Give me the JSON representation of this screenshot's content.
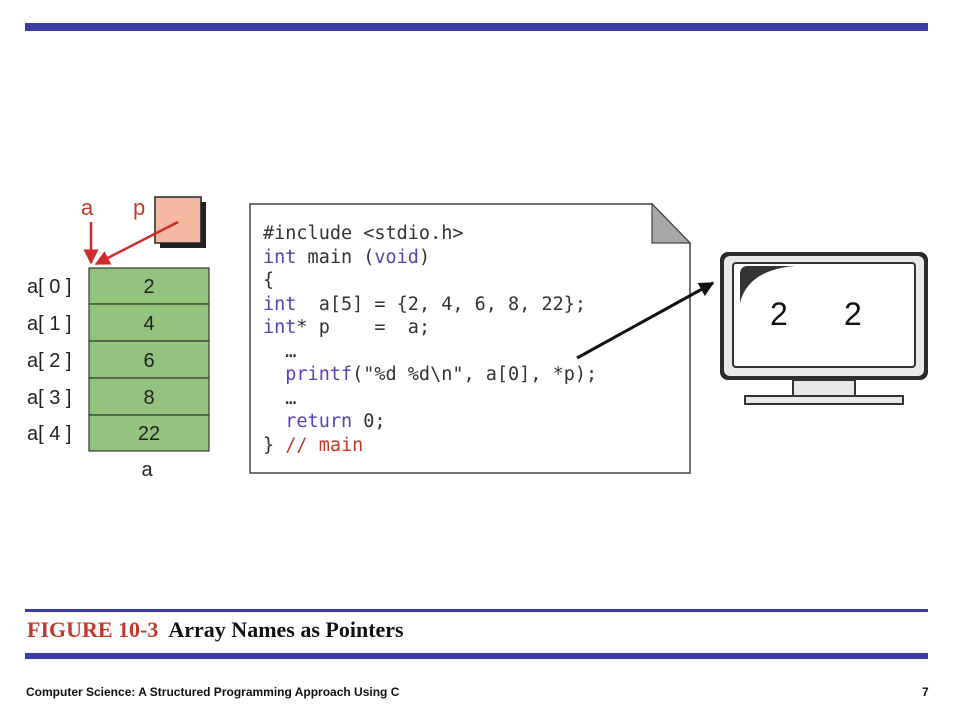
{
  "array": {
    "indices": [
      "a[ 0 ]",
      "a[ 1 ]",
      "a[ 2 ]",
      "a[ 3 ]",
      "a[ 4 ]"
    ],
    "values": [
      "2",
      "4",
      "6",
      "8",
      "22"
    ],
    "name": "a"
  },
  "pointers": {
    "array_name": "a",
    "pointer_name": "p"
  },
  "code": {
    "line1": "#include <stdio.h>",
    "line2_kw1": "int",
    "line2_rest1": " main (",
    "line2_kw2": "void",
    "line2_rest2": ")",
    "line3": "{",
    "line4_kw": "int",
    "line4_rest": "  a[5] = {2, 4, 6, 8, 22};",
    "line5_kw": "int",
    "line5_rest": "* p    =  a;",
    "line6": "  …",
    "line7_kw": "printf",
    "line7_rest": "(\"%d %d\\n\", a[0], *p);",
    "line8": "  …",
    "line9_kw": "return",
    "line9_rest": " 0;",
    "line10_a": "} ",
    "line10_comment": "// main"
  },
  "monitor": {
    "output1": "2",
    "output2": "2"
  },
  "caption": {
    "number": "FIGURE 10-3",
    "title": "Array Names as Pointers"
  },
  "footer": {
    "book": "Computer Science: A Structured Programming Approach Using C",
    "page": "7"
  },
  "colors": {
    "rule": "#3a3aa8",
    "cell_fill": "#93c47d",
    "pointer_fill": "#f4b9a0",
    "arrow_red": "#d22a2a",
    "caption_red": "#c0392b"
  }
}
